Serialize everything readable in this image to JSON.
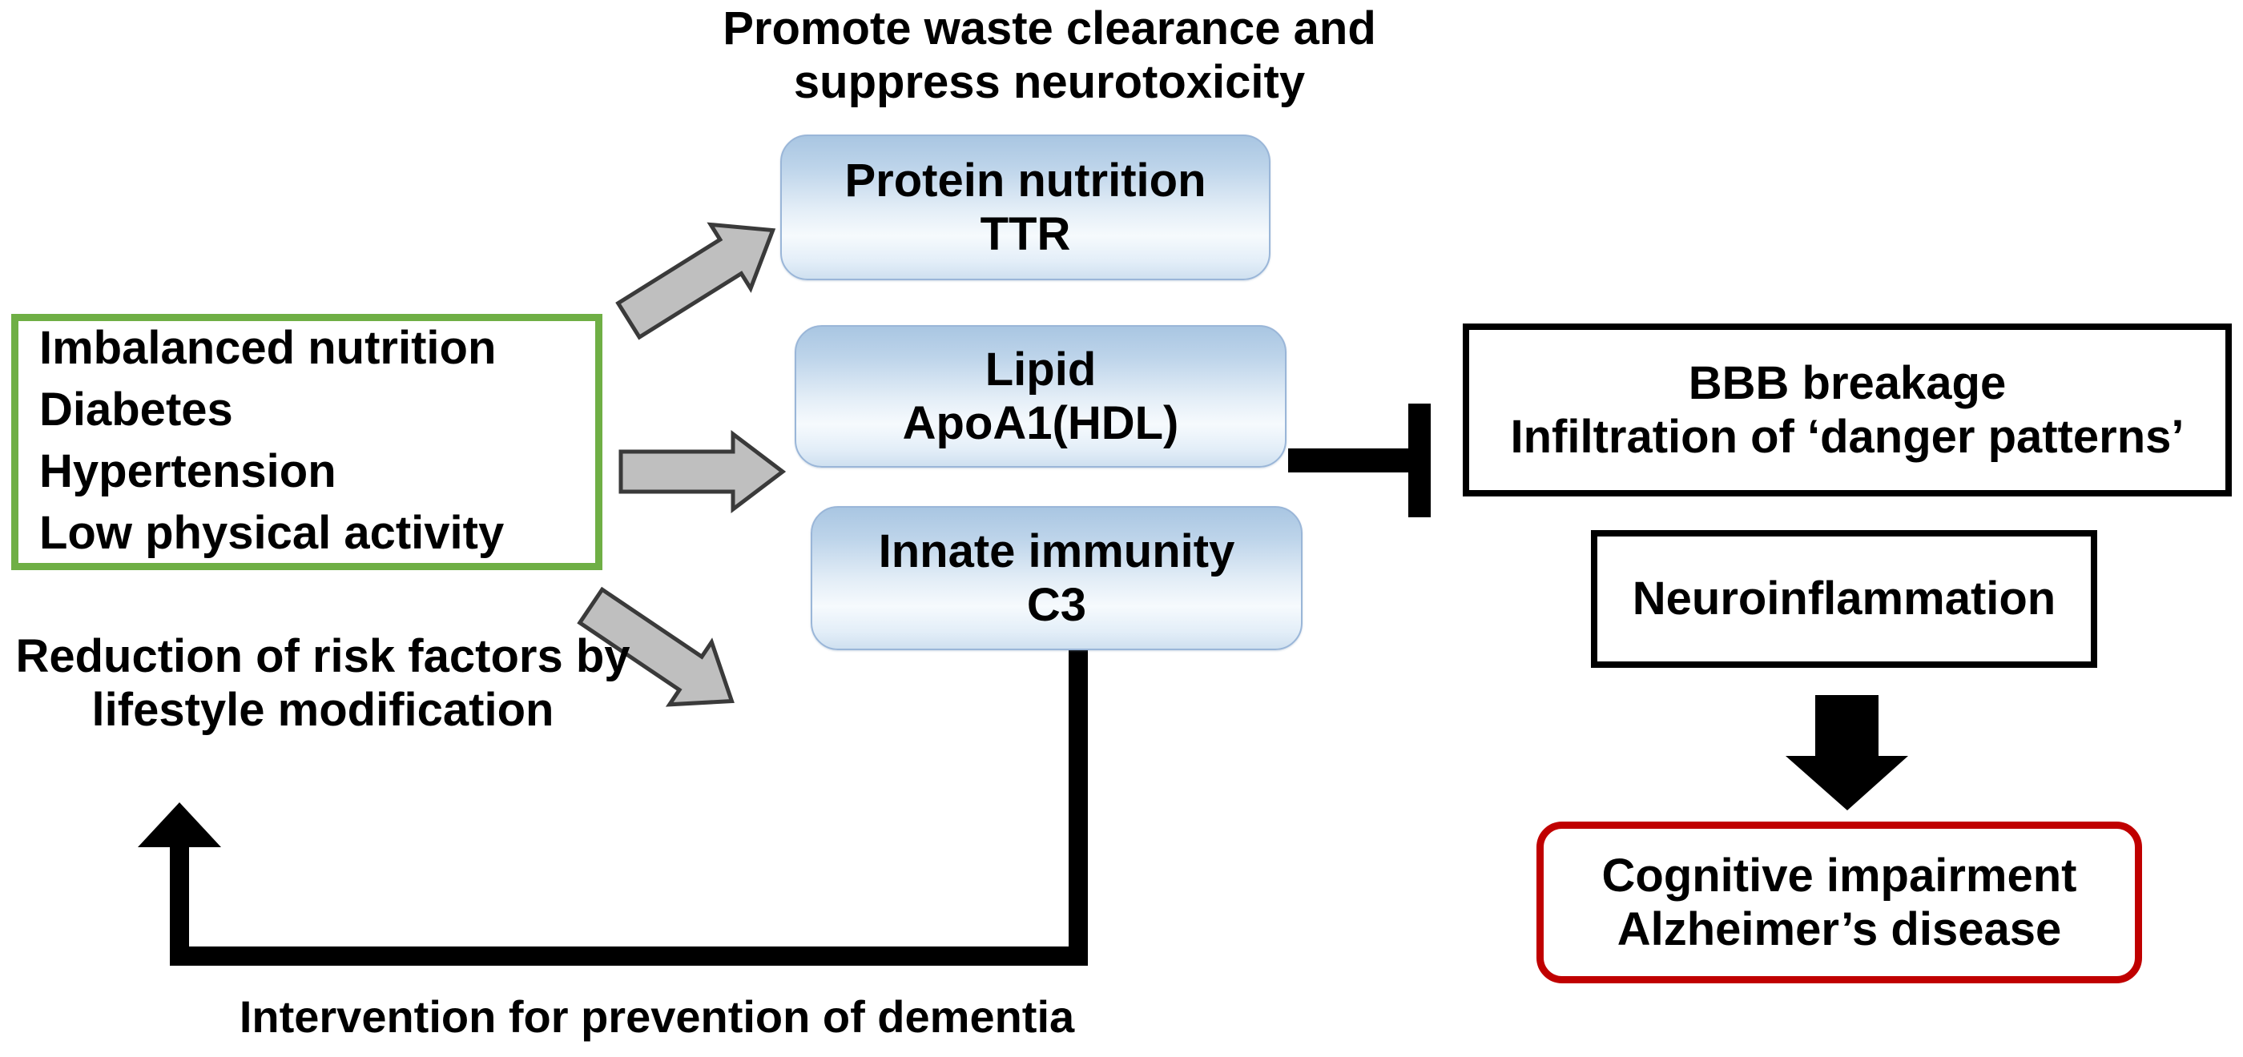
{
  "diagram": {
    "title": "Intervention for prevention of dementia pathway",
    "colors": {
      "risk_box_border": "#6faf45",
      "blue_box_fill_top": "#a9c6e2",
      "blue_box_fill_bottom": "#cfe0f0",
      "blue_box_border": "#9ab6d8",
      "outcome_box_border": "#c00000",
      "arrow_gray_fill": "#bfbfbf",
      "arrow_gray_stroke": "#3a3a3a",
      "connector_black": "#000000",
      "background": "#ffffff"
    },
    "header_caption": {
      "lines": [
        "Promote waste clearance",
        "and suppress neurotoxicity"
      ]
    },
    "risk_factors_box": {
      "name": "risk-factors",
      "lines": [
        "Imbalanced nutrition",
        "Diabetes",
        "Hypertension",
        "Low physical activity"
      ]
    },
    "lifestyle_caption": {
      "lines": [
        "Reduction of risk factors",
        "by lifestyle modification"
      ]
    },
    "mediator_boxes": [
      {
        "id": "protein-nutrition",
        "lines": [
          "Protein nutrition",
          "TTR"
        ]
      },
      {
        "id": "lipid",
        "lines": [
          "Lipid",
          "ApoA1(HDL)"
        ]
      },
      {
        "id": "innate-immunity",
        "lines": [
          "Innate immunity",
          "C3"
        ]
      }
    ],
    "outcome_boxes": [
      {
        "id": "bbb-breakage",
        "lines": [
          "BBB breakage",
          "Infiltration of ‘danger patterns’"
        ]
      },
      {
        "id": "neuroinflammation",
        "lines": [
          "Neuroinflammation"
        ]
      },
      {
        "id": "alzheimers",
        "lines": [
          "Cognitive impairment",
          "Alzheimer’s disease"
        ]
      }
    ],
    "bottom_caption": {
      "text": "Intervention for prevention of dementia"
    },
    "connectors": [
      {
        "id": "risk-to-protein",
        "kind": "gray-block-arrow",
        "direction": "up-right"
      },
      {
        "id": "risk-to-lipid",
        "kind": "gray-block-arrow",
        "direction": "right"
      },
      {
        "id": "risk-to-innate",
        "kind": "gray-block-arrow",
        "direction": "down-right"
      },
      {
        "id": "lipid-inhibits-bbb",
        "kind": "inhibition-tbar",
        "direction": "right"
      },
      {
        "id": "neuro-to-alzheimers",
        "kind": "black-block-arrow",
        "direction": "down"
      },
      {
        "id": "innate-feedback-loop",
        "kind": "elbow-arrow",
        "direction": "up-left"
      }
    ]
  }
}
